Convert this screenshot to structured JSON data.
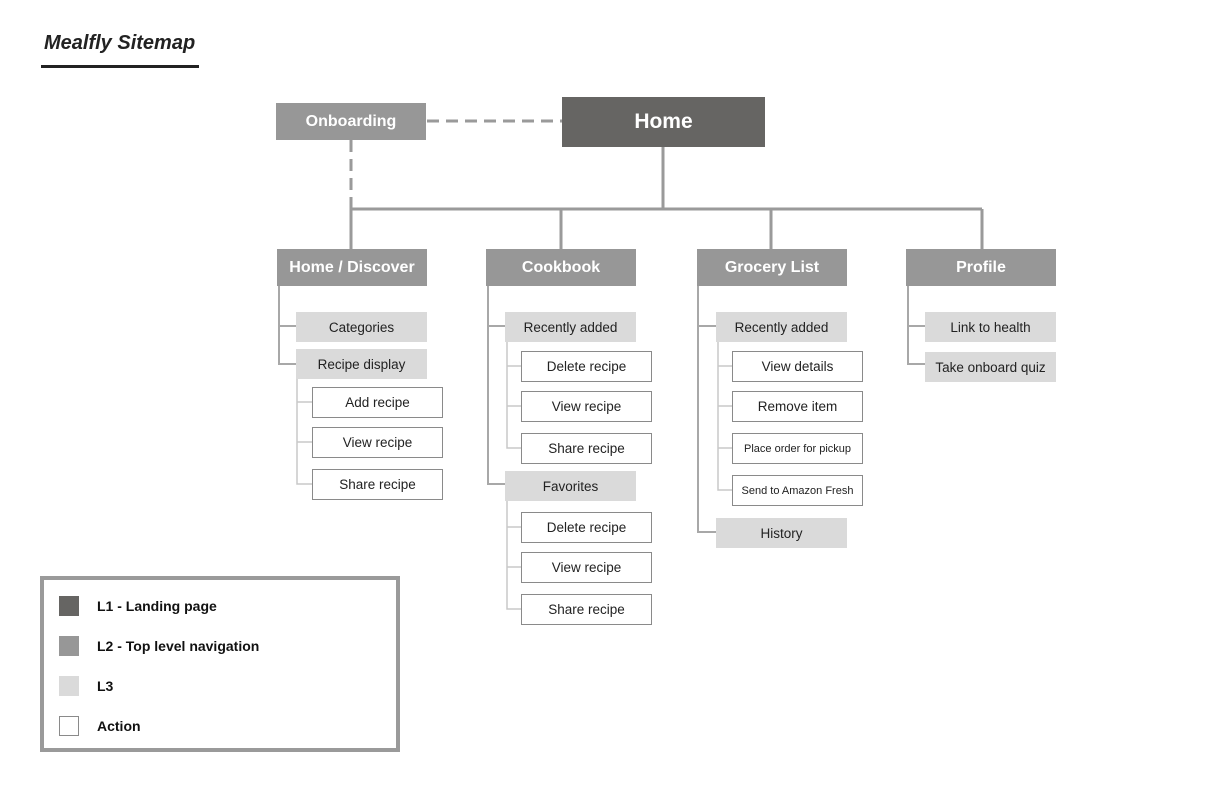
{
  "title": "Mealfly Sitemap",
  "nodes": {
    "home": "Home",
    "onboarding": "Onboarding",
    "discover": {
      "label": "Home / Discover",
      "categories": "Categories",
      "recipe_display": {
        "label": "Recipe display",
        "actions": [
          "Add recipe",
          "View recipe",
          "Share recipe"
        ]
      }
    },
    "cookbook": {
      "label": "Cookbook",
      "recently_added": {
        "label": "Recently added",
        "actions": [
          "Delete recipe",
          "View recipe",
          "Share recipe"
        ]
      },
      "favorites": {
        "label": "Favorites",
        "actions": [
          "Delete recipe",
          "View recipe",
          "Share recipe"
        ]
      }
    },
    "grocery": {
      "label": "Grocery List",
      "recently_added": {
        "label": "Recently added",
        "actions": [
          "View details",
          "Remove item",
          "Place order for pickup",
          "Send to Amazon Fresh"
        ]
      },
      "history": "History"
    },
    "profile": {
      "label": "Profile",
      "items": [
        "Link to health",
        "Take onboard quiz"
      ]
    }
  },
  "legend": [
    {
      "label": "L1 - Landing page",
      "swatch": "#666563"
    },
    {
      "label": "L2 - Top level navigation",
      "swatch": "#979797"
    },
    {
      "label": "L3",
      "swatch": "#dadada"
    },
    {
      "label": "Action",
      "swatch": "#ffffff"
    }
  ],
  "colors": {
    "l1": "#666563",
    "l2": "#979797",
    "l3": "#dadada",
    "connector": "#9a9a9a",
    "dashed": "#9a9a9a"
  }
}
